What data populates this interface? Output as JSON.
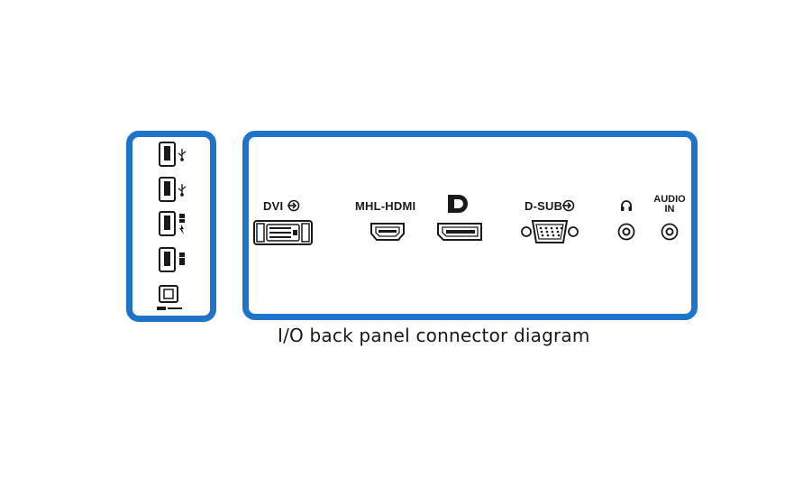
{
  "diagram": {
    "caption": "I/O back panel connector diagram",
    "usb_panel": {
      "ports": [
        {
          "name": "usb-port-1",
          "symbol": "usb-icon"
        },
        {
          "name": "usb-port-2",
          "symbol": "usb-icon"
        },
        {
          "name": "usb-port-3",
          "symbol": "usb-ss-charge-icon"
        },
        {
          "name": "usb-port-4",
          "symbol": "usb-ss-icon"
        },
        {
          "name": "usb-upstream-port",
          "symbol": "usb-b-ss-icon"
        }
      ]
    },
    "io_panel": {
      "dvi_label": "DVI",
      "hdmi_label": "MHL-HDMI",
      "dsub_label": "D-SUB",
      "audio_in_line1": "AUDIO",
      "audio_in_line2": "IN",
      "displayport_symbol": "displayport-logo-icon",
      "headphone_symbol": "headphone-icon"
    },
    "colors": {
      "panel_border": "#1f73c9",
      "ink": "#1a1a1a"
    }
  }
}
